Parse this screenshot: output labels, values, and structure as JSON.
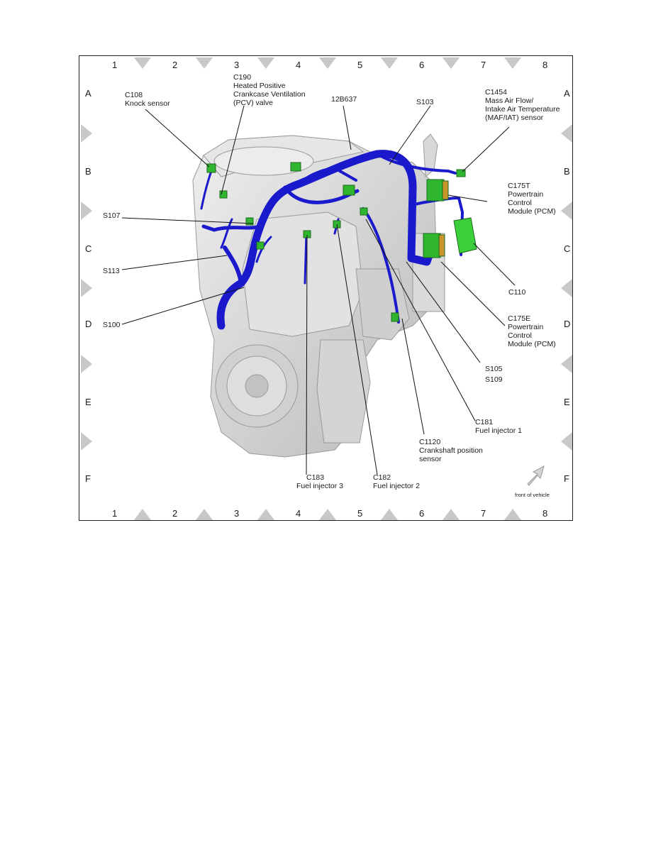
{
  "grid": {
    "columns": [
      "1",
      "2",
      "3",
      "4",
      "5",
      "6",
      "7",
      "8"
    ],
    "rows": [
      "A",
      "B",
      "C",
      "D",
      "E",
      "F"
    ]
  },
  "callouts": {
    "c108": {
      "code": "C108",
      "desc": "Knock sensor"
    },
    "c190": {
      "code": "C190",
      "line1": "Heated Positive",
      "line2": "Crankcase Ventilation",
      "line3": "(PCV) valve"
    },
    "h12b637": {
      "code": "12B637"
    },
    "s103": {
      "code": "S103"
    },
    "c1454": {
      "code": "C1454",
      "line1": "Mass Air Flow/",
      "line2": "Intake Air Temperature",
      "line3": "(MAF/IAT) sensor"
    },
    "c175t": {
      "code": "C175T",
      "line1": "Powertrain",
      "line2": "Control",
      "line3": "Module (PCM)"
    },
    "s107": {
      "code": "S107"
    },
    "s113": {
      "code": "S113"
    },
    "c110": {
      "code": "C110"
    },
    "s100": {
      "code": "S100"
    },
    "c175e": {
      "code": "C175E",
      "line1": "Powertrain",
      "line2": "Control",
      "line3": "Module (PCM)"
    },
    "s105": {
      "code": "S105"
    },
    "s109": {
      "code": "S109"
    },
    "c181": {
      "code": "C181",
      "desc": "Fuel injector 1"
    },
    "c1120": {
      "code": "C1120",
      "line1": "Crankshaft position",
      "line2": "sensor"
    },
    "c183": {
      "code": "C183",
      "desc": "Fuel injector 3"
    },
    "c182": {
      "code": "C182",
      "desc": "Fuel injector 2"
    }
  },
  "orientation": {
    "label": "front of vehicle"
  },
  "colors": {
    "harness": "#1a1acc",
    "connector": "#2fb52f",
    "pcm_connector": "#c8962a",
    "engine": "#d9d9d9",
    "triangle": "#c8c8c8"
  }
}
